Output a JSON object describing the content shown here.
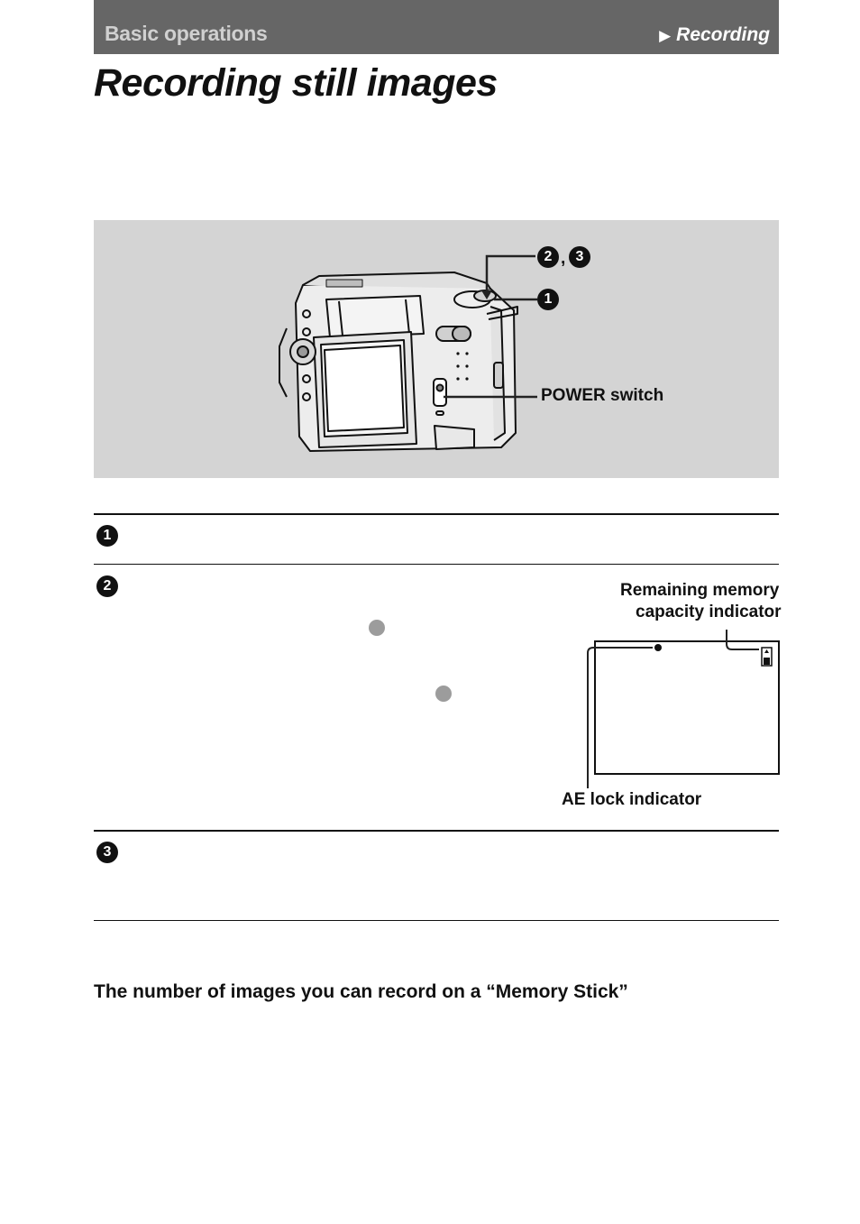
{
  "header": {
    "section": "Basic operations",
    "subsection": "Recording",
    "arrow_icon": "right-triangle-icon",
    "bar_color": "#666666"
  },
  "page": {
    "title": "Recording still images"
  },
  "illustration": {
    "background": "#d4d4d4",
    "callouts": {
      "step_1": "1",
      "step_2": "2",
      "step_3": "3",
      "separator": ",",
      "power_switch": "POWER switch"
    }
  },
  "steps": [
    {
      "number": "1"
    },
    {
      "number": "2"
    },
    {
      "number": "3"
    }
  ],
  "lcd_diagram": {
    "remaining_memory_line1": "Remaining memory",
    "remaining_memory_line2": "capacity indicator",
    "ae_lock": "AE lock indicator",
    "battery_icon": "memory-capacity-icon"
  },
  "section_heading": "The number of images you can record on a “Memory Stick”"
}
